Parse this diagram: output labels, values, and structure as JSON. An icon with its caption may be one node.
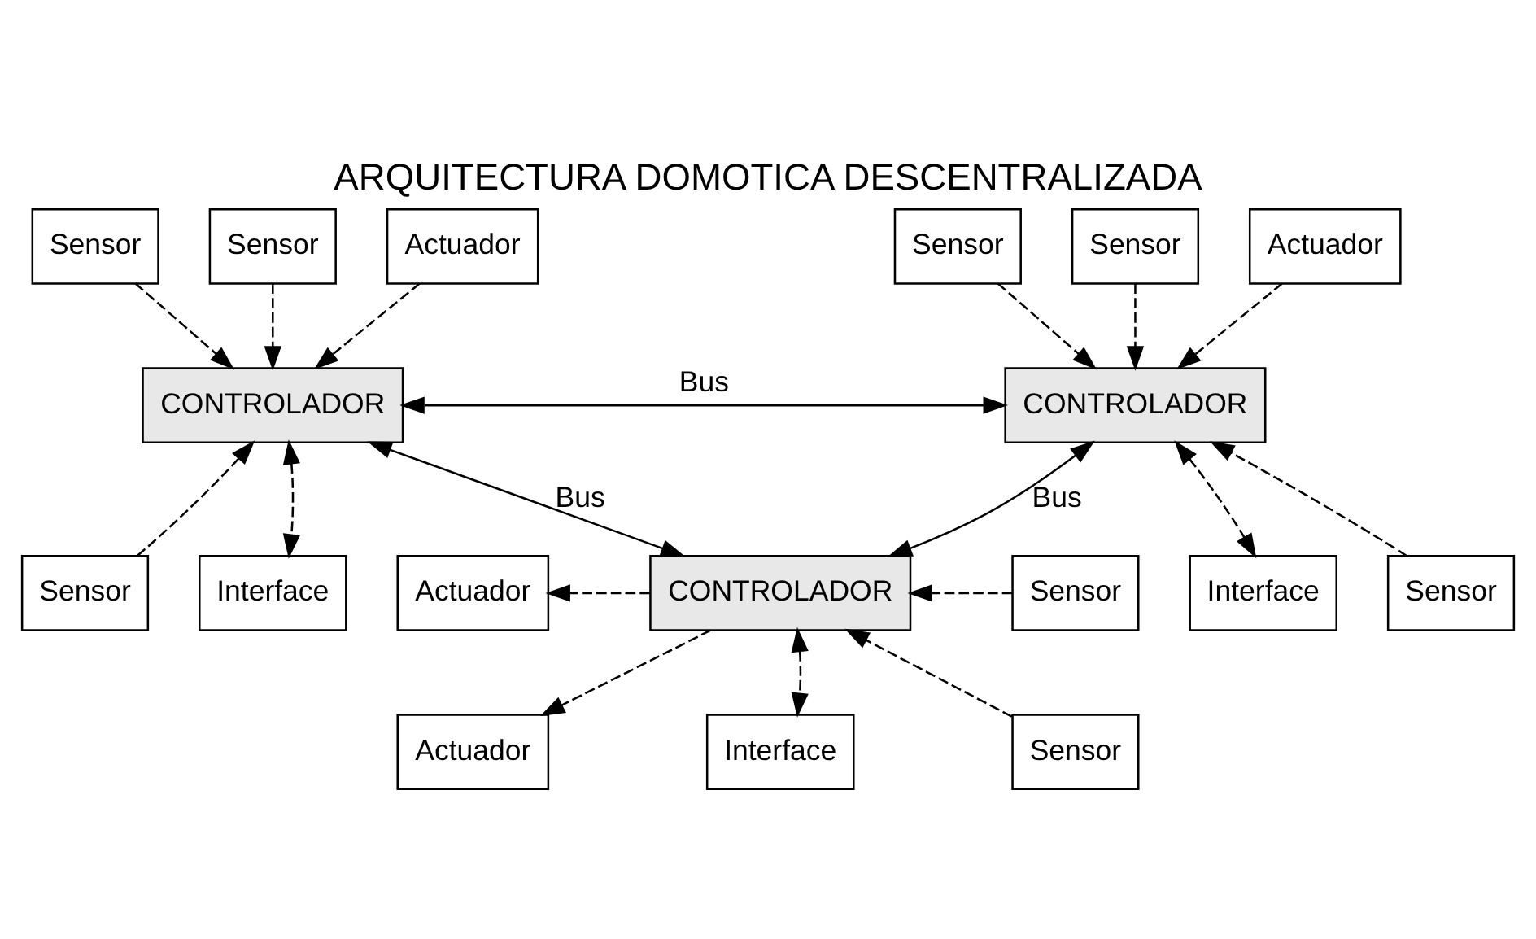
{
  "diagram": {
    "title": "ARQUITECTURA DOMOTICA DESCENTRALIZADA",
    "nodes": [
      {
        "text": [
          "Sensor"
        ]
      },
      {
        "text": [
          "Sensor"
        ]
      },
      {
        "text": [
          "Actuador"
        ]
      },
      {
        "text": [
          "Sensor"
        ]
      },
      {
        "text": [
          "Sensor"
        ]
      },
      {
        "text": [
          "Actuador"
        ]
      },
      {
        "text": [
          "CONTROLADOR"
        ]
      },
      {
        "text": [
          "CONTROLADOR"
        ]
      },
      {
        "text": [
          "Sensor"
        ]
      },
      {
        "text": [
          "Interface"
        ]
      },
      {
        "text": [
          "Interface"
        ]
      },
      {
        "text": [
          "Sensor"
        ]
      },
      {
        "text": [
          "Sensor"
        ]
      },
      {
        "text": [
          "CONTROLADOR"
        ]
      },
      {
        "text": [
          "Actuador"
        ]
      },
      {
        "text": [
          "Sensor"
        ]
      },
      {
        "text": [
          "Actuador"
        ]
      },
      {
        "text": [
          "Interface"
        ]
      }
    ],
    "edges": [
      {
        "from": 0,
        "to": 6,
        "arrow": "to",
        "style": "dashed"
      },
      {
        "from": 1,
        "to": 6,
        "arrow": "to",
        "style": "dashed"
      },
      {
        "from": 2,
        "to": 6,
        "arrow": "to",
        "style": "dashed"
      },
      {
        "from": 3,
        "to": 7,
        "arrow": "to",
        "style": "dashed"
      },
      {
        "from": 4,
        "to": 7,
        "arrow": "to",
        "style": "dashed"
      },
      {
        "from": 5,
        "to": 7,
        "arrow": "to",
        "style": "dashed"
      },
      {
        "from": 6,
        "to": 7,
        "arrow": "both",
        "label": "Bus"
      },
      {
        "from": 8,
        "to": 6,
        "arrow": "to",
        "style": "dashed"
      },
      {
        "from": 6,
        "to": 9,
        "arrow": "both",
        "style": "dashed"
      },
      {
        "from": 7,
        "to": 10,
        "arrow": "both",
        "style": "dashed"
      },
      {
        "from": 11,
        "to": 7,
        "arrow": "to",
        "style": "dashed"
      },
      {
        "from": 6,
        "to": 13,
        "arrow": "both",
        "label": "Bus"
      },
      {
        "from": 7,
        "to": 13,
        "arrow": "both",
        "label": "Bus"
      },
      {
        "from": 12,
        "to": 13,
        "arrow": "to",
        "style": "dashed"
      },
      {
        "from": 15,
        "to": 13,
        "arrow": "to",
        "style": "dashed"
      },
      {
        "from": 13,
        "to": 14,
        "arrow": "to",
        "style": "dashed"
      },
      {
        "from": 13,
        "to": 16,
        "arrow": "to",
        "style": "dashed"
      },
      {
        "from": 13,
        "to": 17,
        "arrow": "both",
        "style": "dashed"
      }
    ]
  }
}
